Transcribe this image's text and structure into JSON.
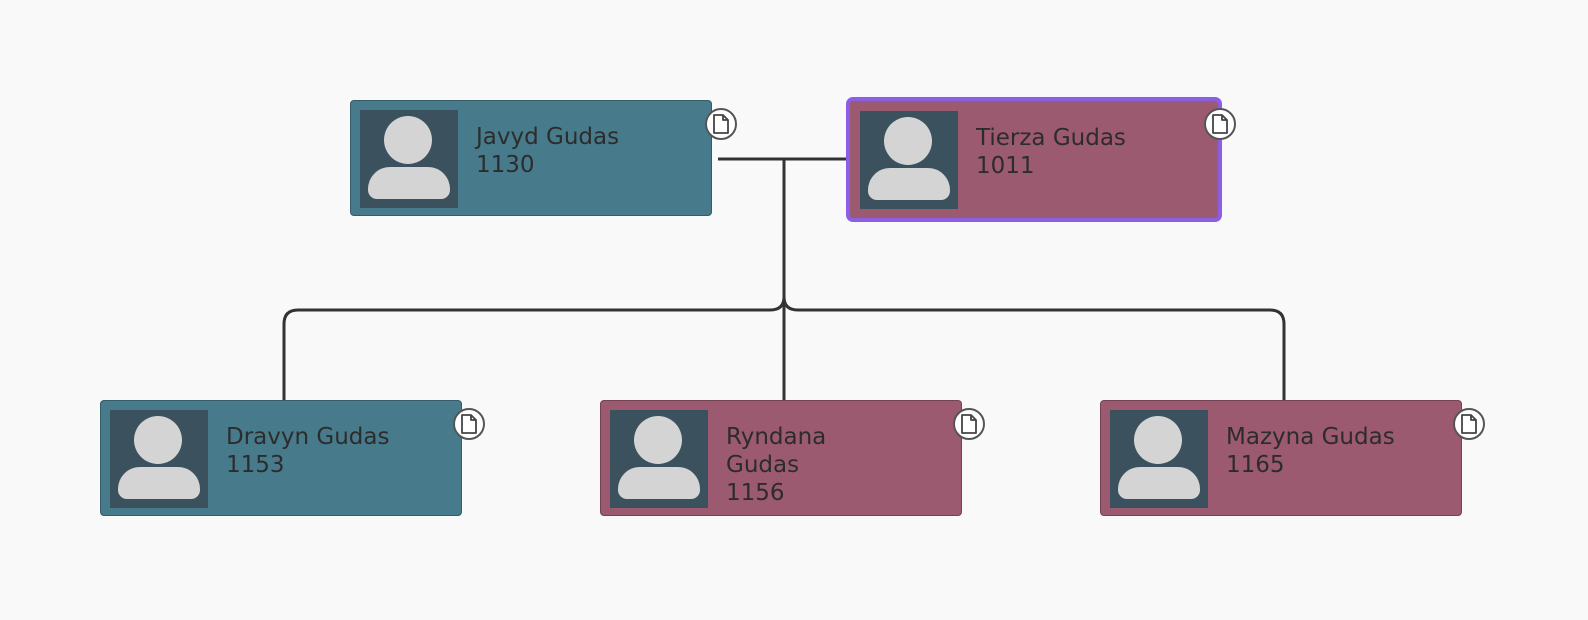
{
  "colors": {
    "male": "#477b8b",
    "female": "#9b5a6f",
    "selected_border": "#8c5ee6",
    "link": "#333333",
    "background": "#f9f9fa"
  },
  "people": {
    "javyd": {
      "name": "Javyd Gudas",
      "id": "1130",
      "gender": "male",
      "icon": "person-avatar-icon"
    },
    "tierza": {
      "name": "Tierza Gudas",
      "id": "1011",
      "gender": "female",
      "selected": true,
      "icon": "person-avatar-icon"
    },
    "dravyn": {
      "name": "Dravyn Gudas",
      "id": "1153",
      "gender": "male",
      "icon": "person-avatar-icon"
    },
    "ryndana": {
      "name": "Ryndana Gudas",
      "id": "1156",
      "gender": "female",
      "icon": "person-avatar-icon"
    },
    "mazyna": {
      "name": "Mazyna Gudas",
      "id": "1165",
      "gender": "female",
      "icon": "person-avatar-icon"
    }
  },
  "relations": {
    "parents": [
      "javyd",
      "tierza"
    ],
    "children": [
      "dravyn",
      "ryndana",
      "mazyna"
    ]
  },
  "card_action_icon": "document-icon"
}
